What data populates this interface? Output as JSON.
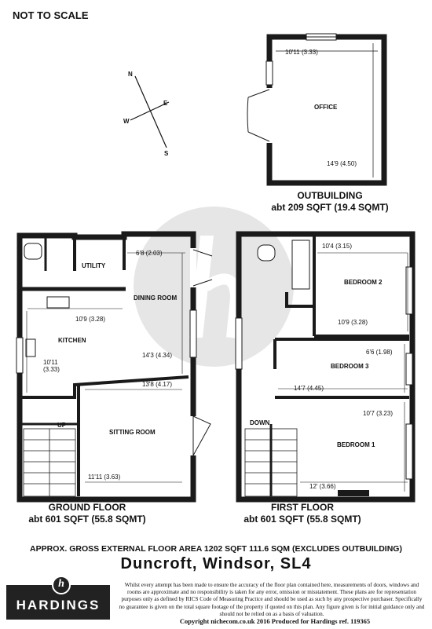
{
  "header": {
    "scale_note": "NOT TO SCALE"
  },
  "compass": {
    "n": "N",
    "e": "E",
    "s": "S",
    "w": "W"
  },
  "outbuilding": {
    "title": "OUTBUILDING",
    "area": "abt 209 SQFT (19.4 SQMT)",
    "room": {
      "name": "OFFICE",
      "width": "10'11 (3.33)",
      "depth": "14'9 (4.50)"
    }
  },
  "ground_floor": {
    "title": "GROUND FLOOR",
    "area": "abt 601 SQFT (55.8 SQMT)",
    "rooms": {
      "utility": "UTILITY",
      "dining": "DINING ROOM",
      "kitchen": "KITCHEN",
      "sitting": "SITTING ROOM"
    },
    "dims": {
      "dining_w": "6'8 (2.03)",
      "kitchen_w": "10'9 (3.28)",
      "kitchen_d": "10'11\n(3.33)",
      "dining_d": "14'3 (4.34)",
      "sitting_w": "13'8 (4.17)",
      "sitting_d": "11'11 (3.63)"
    },
    "stairs": "UP"
  },
  "first_floor": {
    "title": "FIRST FLOOR",
    "area": "abt 601 SQFT (55.8 SQMT)",
    "rooms": {
      "bed2": "BEDROOM 2",
      "bed3": "BEDROOM 3",
      "bed1": "BEDROOM 1"
    },
    "dims": {
      "bed2_w": "10'4 (3.15)",
      "bed2_d": "10'9 (3.28)",
      "bed3_w": "6'6 (1.98)",
      "bed3_d": "14'7 (4.45)",
      "bed1_w": "10'7 (3.23)",
      "bed1_d": "12' (3.66)"
    },
    "stairs": "DOWN"
  },
  "summary": {
    "gross": "APPROX. GROSS EXTERNAL FLOOR AREA 1202 SQFT 111.6 SQM (EXCLUDES OUTBUILDING)",
    "address": "Duncroft, Windsor, SL4"
  },
  "brand": {
    "name": "HARDINGS",
    "mark": "h"
  },
  "disclaimer": "Whilst every attempt has been made to ensure the accuracy of the floor plan contained here, measurements of doors, windows and rooms are approximate and no responsibility is taken for any error, omission or misstatement. These plans are for representation purposes only as defined by RICS Code of Measuring Practice and should be used as such by any prospective purchaser. Specifically no guarantee is given on the total square footage of the property if quoted on this plan. Any figure given is for initial guidance only and should not be relied on as a basis of valuation.",
  "footer": "Copyright nichecom.co.uk 2016    Produced for Hardings    ref. 119365",
  "colors": {
    "wall": "#1a1a1a",
    "watermark": "#e6e6e6",
    "logo_bg": "#222222"
  }
}
